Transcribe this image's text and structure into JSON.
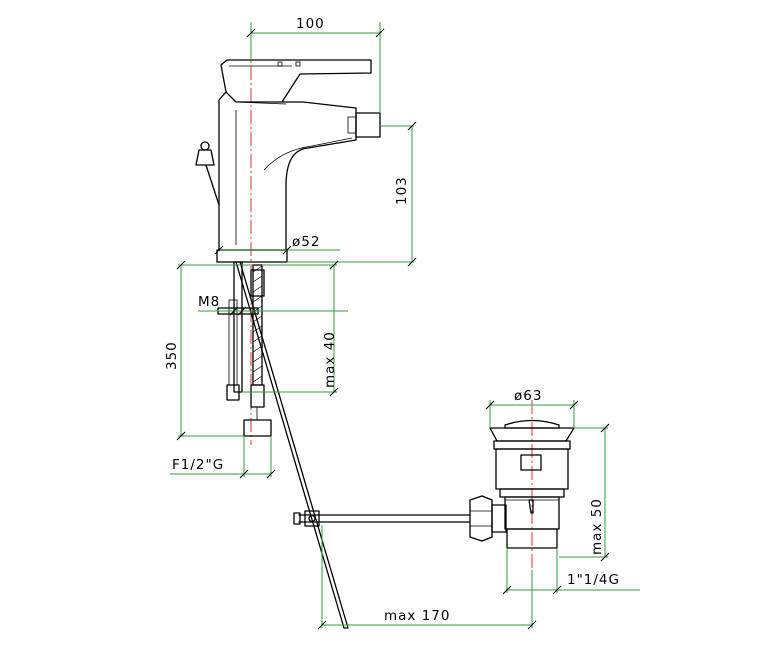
{
  "dimensions": {
    "width_top": "100",
    "height_spout": "103",
    "base_diameter": "ø52",
    "thread_stud": "M8",
    "max_stud": "max 40",
    "hose_length": "350",
    "hose_connection": "F1/2\"G",
    "waste_diameter": "ø63",
    "waste_height": "max 50",
    "waste_thread": "1\"1/4G",
    "rod_length": "max 170"
  },
  "colors": {
    "dimension_lines": "#2e9d38",
    "center_lines": "#e0201c",
    "outline": "#000000"
  }
}
